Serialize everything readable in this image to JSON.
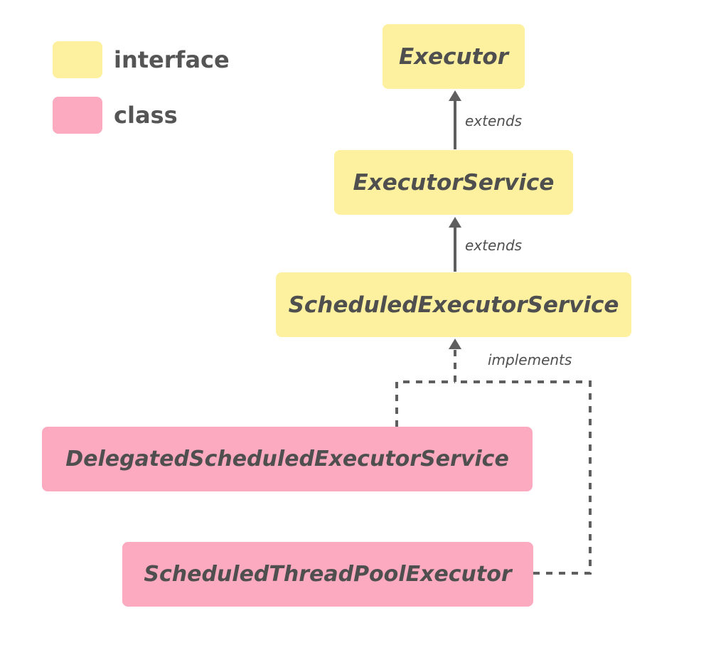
{
  "legend": {
    "interface_label": "interface",
    "class_label": "class"
  },
  "colors": {
    "interface": "#fdf1a0",
    "class": "#fcaac0",
    "line": "#5f5f5f",
    "text": "#4f4f4f"
  },
  "nodes": {
    "executor": "Executor",
    "executor_service": "ExecutorService",
    "scheduled_executor_service": "ScheduledExecutorService",
    "delegated_scheduled_executor_service": "DelegatedScheduledExecutorService",
    "scheduled_thread_pool_executor": "ScheduledThreadPoolExecutor"
  },
  "edges": {
    "extends_1": "extends",
    "extends_2": "extends",
    "implements": "implements"
  }
}
